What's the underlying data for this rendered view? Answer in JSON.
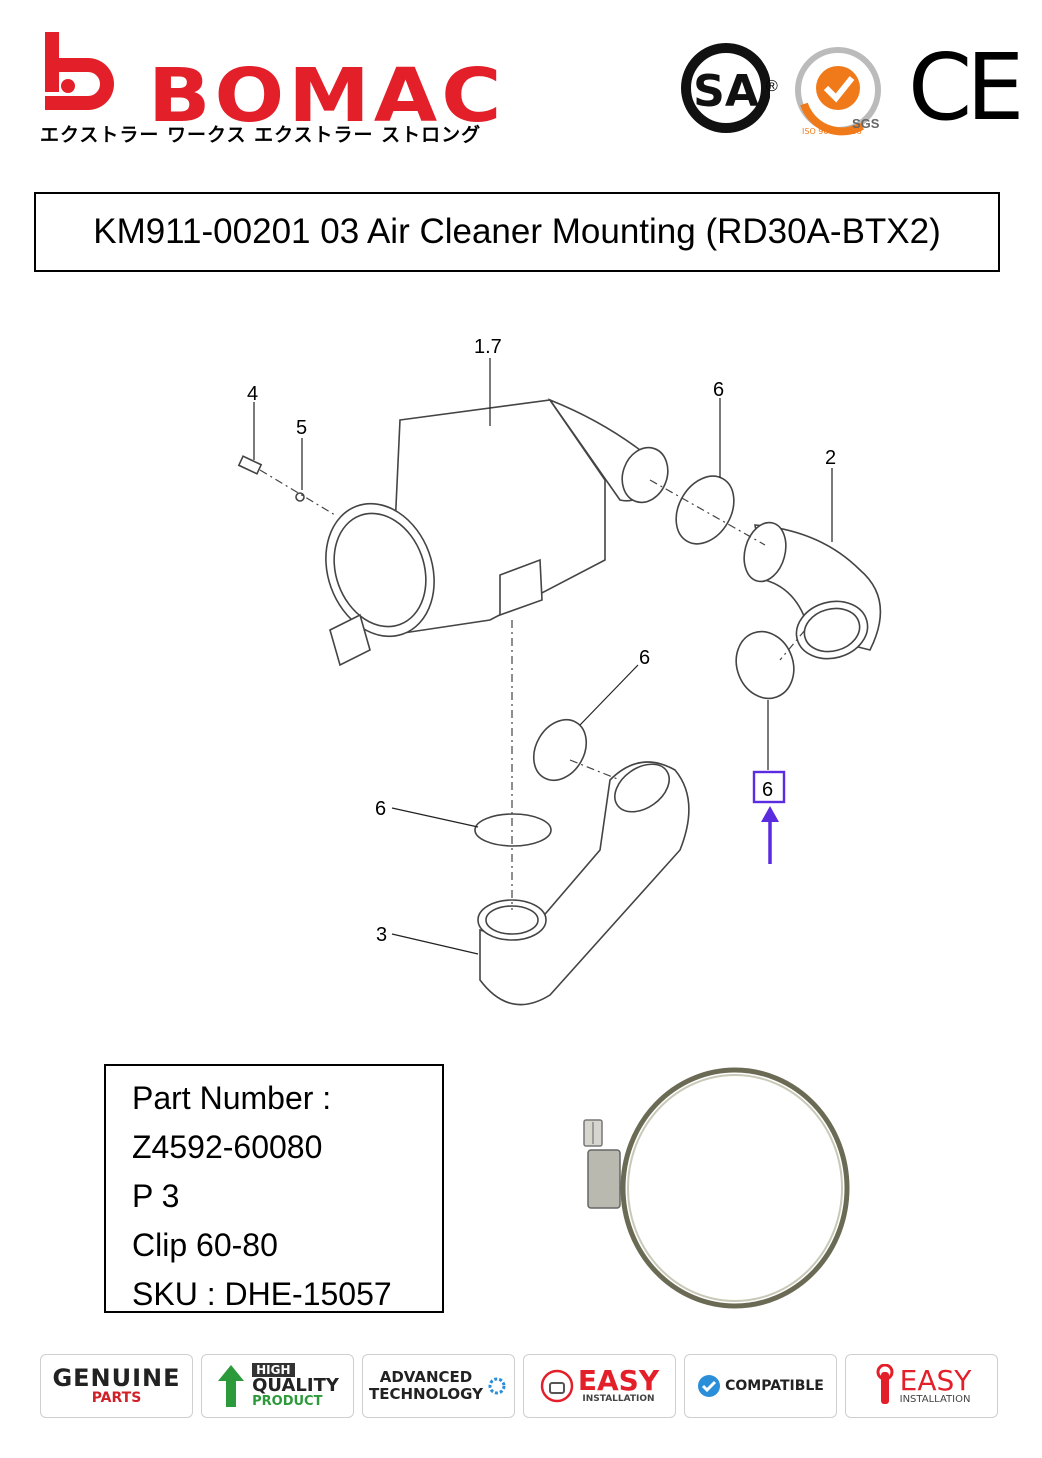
{
  "brand": {
    "name": "BOMAC",
    "tagline": "エクストラー ワークス エクストラー ストロング"
  },
  "certifications": {
    "csa_mark": "SA",
    "registered": "®",
    "iso_ring": "ISO 9001:2008",
    "sgs": "SGS",
    "ce": "CE"
  },
  "title": "KM911-00201 03 Air Cleaner Mounting (RD30A-BTX2)",
  "diagram": {
    "callouts": {
      "air_cleaner": "1.7",
      "bolt": "4",
      "washer": "5",
      "clamp_top": "6",
      "elbow": "2",
      "clamp_mid": "6",
      "clamp_left": "6",
      "pipe": "3",
      "clamp_highlight": "6"
    },
    "highlight_color": "#5b2be0"
  },
  "part_info": {
    "line1": "Part Number :",
    "line2": "Z4592-60080",
    "line3": "P 3",
    "line4": "Clip 60-80",
    "line5": "SKU : DHE-15057"
  },
  "badges": {
    "genuine": {
      "l1": "GENUINE",
      "l2": "PARTS"
    },
    "quality": {
      "l1": "HIGH",
      "l2": "QUALITY",
      "l3": "PRODUCT"
    },
    "advanced": {
      "l1": "ADVANCED",
      "l2": "TECHNOLOGY"
    },
    "easy": {
      "l1": "EASY",
      "l2": "INSTALLATION"
    },
    "compatible": {
      "l1": "COMPATIBLE"
    },
    "easy2": {
      "l1": "EASY",
      "l2": "INSTALLATION"
    }
  },
  "colors": {
    "brand_red": "#e3202a",
    "highlight": "#5b2be0",
    "green": "#2c9a3a",
    "orange": "#f07a1a"
  }
}
